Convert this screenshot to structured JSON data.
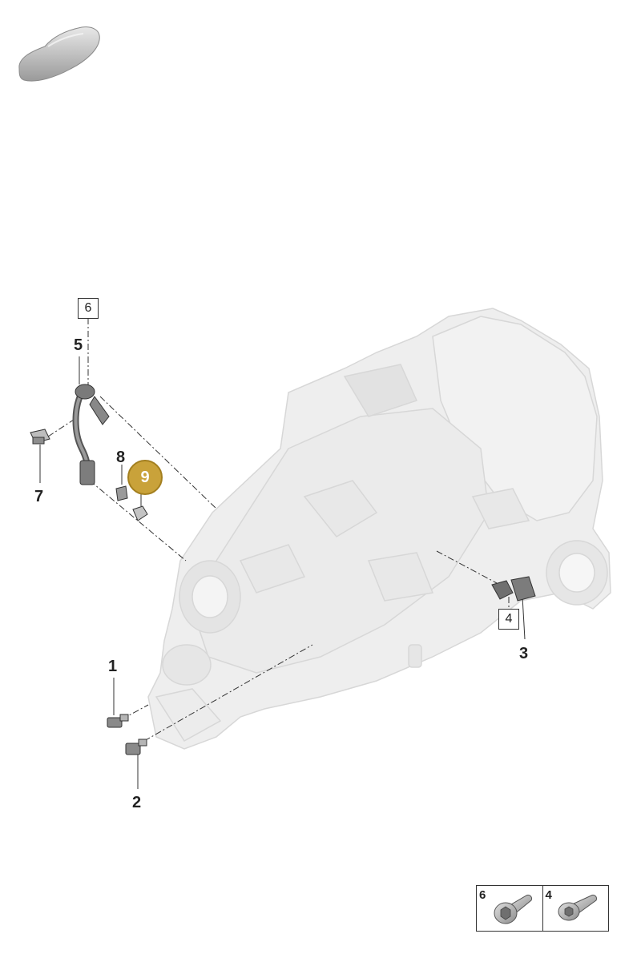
{
  "callouts": {
    "c1": "1",
    "c2": "2",
    "c3": "3",
    "c5": "5",
    "c7": "7",
    "c8": "8",
    "c9": "9"
  },
  "boxed_refs": {
    "b6": "6",
    "b4": "4"
  },
  "legend": {
    "left_num": "6",
    "right_num": "4"
  },
  "icons": {
    "car_thumbnail": "car-silhouette-icon",
    "bolt_6": "torx-bolt-icon",
    "bolt_4": "torx-bolt-icon"
  },
  "colors": {
    "highlight": "#c9a23a",
    "linework": "#333333",
    "ghost_part": "#e6e6e6"
  }
}
